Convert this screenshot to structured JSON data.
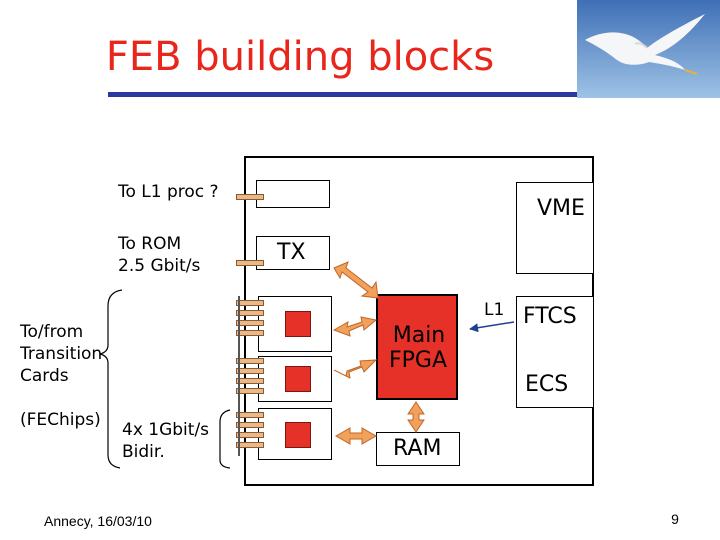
{
  "slide": {
    "title": "FEB building blocks",
    "footer": "Annecy, 16/03/10",
    "page_number": "9"
  },
  "diagram": {
    "labels": {
      "to_l1_proc": "To L1 proc ?",
      "to_rom_line1": "To ROM",
      "to_rom_line2": "2.5 Gbit/s",
      "to_from_line1": "To/from",
      "to_from_line2": "Transition",
      "to_from_line3": "Cards",
      "fechips": "(FEChips)",
      "links_line1": "4x 1Gbit/s",
      "links_line2": "Bidir.",
      "l1": "L1"
    },
    "blocks": {
      "vme": "VME",
      "tx": "TX",
      "main_fpga_line1": "Main",
      "main_fpga_line2": "FPGA",
      "ftcs": "FTCS",
      "ecs": "ECS",
      "ram": "RAM"
    },
    "colors": {
      "title": "#e8261c",
      "title_rule": "#2b3a9a",
      "fpga_fill": "#e53127",
      "arrow_fill": "#f2a15a",
      "connector": "#e9b98a"
    },
    "icons": {
      "photo": "egret-in-flight",
      "arrows": "double-headed-arrow"
    }
  }
}
